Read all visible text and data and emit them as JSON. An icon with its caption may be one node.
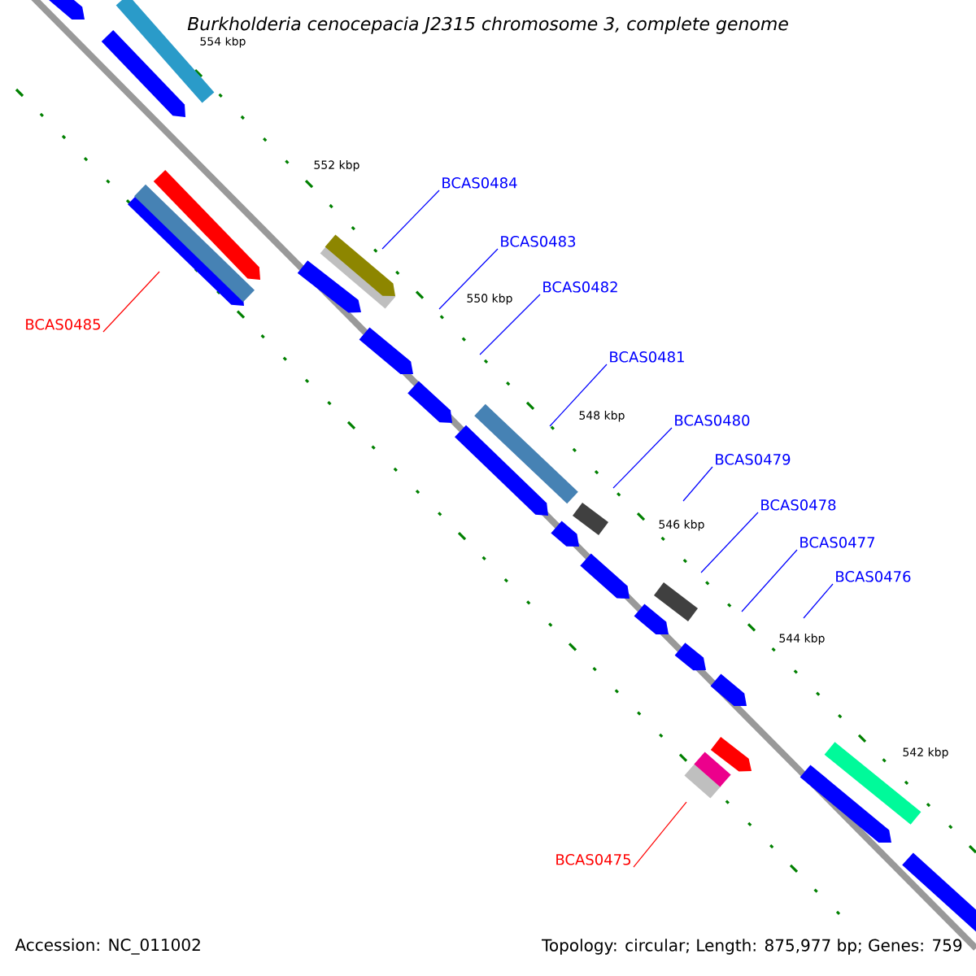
{
  "diagram": {
    "title": "*Burkholderia cenocepacia* J2315 chromosome 3, complete genome",
    "nodes": [
      {
        "text": [
          "BCAS0484"
        ]
      },
      {
        "text": [
          "BCAS0483"
        ]
      },
      {
        "text": [
          "BCAS0482"
        ]
      },
      {
        "text": [
          "BCAS0485"
        ]
      },
      {
        "text": [
          "BCAS0481"
        ]
      },
      {
        "text": [
          "BCAS0480"
        ]
      },
      {
        "text": [
          "BCAS0479"
        ]
      },
      {
        "text": [
          "BCAS0478"
        ]
      },
      {
        "text": [
          "BCAS0477"
        ]
      },
      {
        "text": [
          "BCAS0476"
        ]
      },
      {
        "text": [
          "BCAS0475"
        ]
      }
    ],
    "edges": [
      {
        "from": 0,
        "to": null,
        "arrow": "none"
      },
      {
        "from": 1,
        "to": null,
        "arrow": "none"
      },
      {
        "from": 2,
        "to": null,
        "arrow": "none"
      },
      {
        "from": 3,
        "to": null,
        "arrow": "none",
        "color": "#ff0000"
      },
      {
        "from": 4,
        "to": null,
        "arrow": "none"
      },
      {
        "from": 5,
        "to": null,
        "arrow": "none"
      },
      {
        "from": 6,
        "to": null,
        "arrow": "none"
      },
      {
        "from": 7,
        "to": null,
        "arrow": "none"
      },
      {
        "from": 8,
        "to": null,
        "arrow": "none"
      },
      {
        "from": 9,
        "to": null,
        "arrow": "none"
      },
      {
        "from": 10,
        "to": null,
        "arrow": "none",
        "color": "#ff0000"
      }
    ],
    "labels": [
      "554 kbp",
      "552 kbp",
      "550 kbp",
      "548 kbp",
      "546 kbp",
      "544 kbp",
      "542 kbp",
      "Accession: NC_011002",
      "Topology: circular; Length: 875,977 bp; Genes: 759"
    ]
  }
}
